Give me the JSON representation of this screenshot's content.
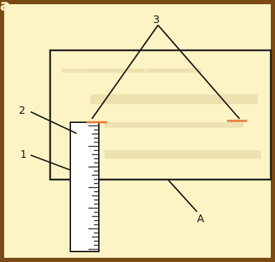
{
  "corner_label": "a",
  "labels": {
    "label_1": "1",
    "label_2": "2",
    "label_3": "3",
    "label_a": "A"
  },
  "colors": {
    "border": "#7a4a14",
    "background": "#fcf4c4",
    "marker": "#e8793a",
    "ink": "#1a1a1a"
  }
}
